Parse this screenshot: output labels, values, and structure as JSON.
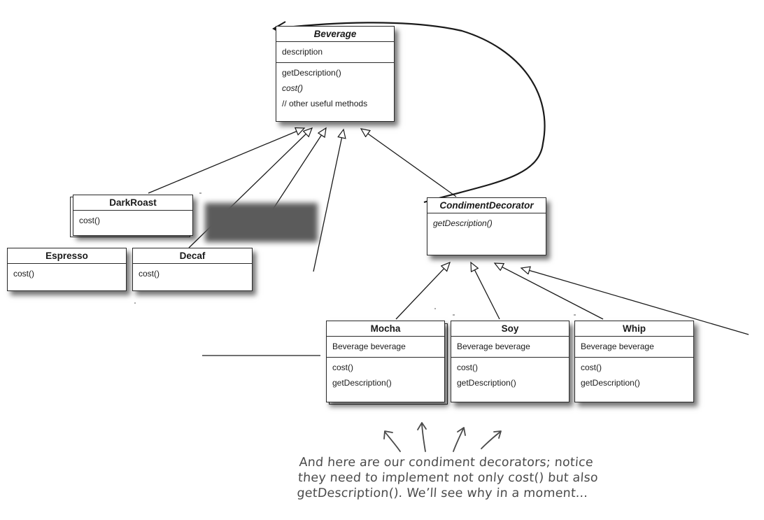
{
  "classes": {
    "beverage": {
      "name": "Beverage",
      "attributes": [
        "description"
      ],
      "methods": [
        "getDescription()",
        "cost()",
        "// other useful methods"
      ]
    },
    "darkroast": {
      "name": "DarkRoast",
      "methods": [
        "cost()"
      ]
    },
    "espresso": {
      "name": "Espresso",
      "methods": [
        "cost()"
      ]
    },
    "decaf": {
      "name": "Decaf",
      "methods": [
        "cost()"
      ]
    },
    "condiment_decorator": {
      "name": "CondimentDecorator",
      "methods": [
        "getDescription()"
      ]
    },
    "mocha": {
      "name": "Mocha",
      "attributes": [
        "Beverage beverage"
      ],
      "methods": [
        "cost()",
        "getDescription()"
      ]
    },
    "soy": {
      "name": "Soy",
      "attributes": [
        "Beverage beverage"
      ],
      "methods": [
        "cost()",
        "getDescription()"
      ]
    },
    "whip": {
      "name": "Whip",
      "attributes": [
        "Beverage beverage"
      ],
      "methods": [
        "cost()",
        "getDescription()"
      ]
    }
  },
  "annotation": {
    "lines": [
      "And here are our condiment decorators; notice",
      "they need to implement not only cost() but also",
      "getDescription(). We’ll see why in a moment..."
    ]
  },
  "colors": {
    "line": "#1a1a1a",
    "box_border": "#2a2a2a",
    "handwriting": "#4a4a4a"
  }
}
